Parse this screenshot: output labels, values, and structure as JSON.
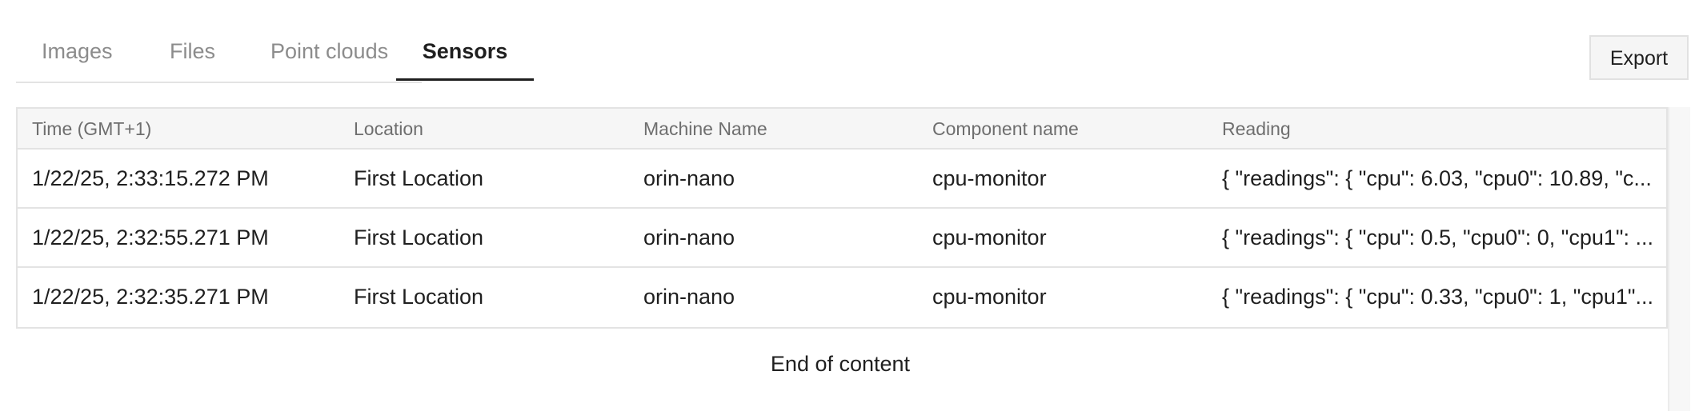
{
  "tabs": [
    {
      "label": "Images",
      "active": false
    },
    {
      "label": "Files",
      "active": false
    },
    {
      "label": "Point clouds",
      "active": false
    },
    {
      "label": "Sensors",
      "active": true
    }
  ],
  "toolbar": {
    "export_label": "Export"
  },
  "table": {
    "columns": [
      "Time (GMT+1)",
      "Location",
      "Machine Name",
      "Component name",
      "Reading"
    ],
    "rows": [
      [
        "1/22/25, 2:33:15.272 PM",
        "First Location",
        "orin-nano",
        "cpu-monitor",
        "{ \"readings\": { \"cpu\": 6.03, \"cpu0\": 10.89, \"c..."
      ],
      [
        "1/22/25, 2:32:55.271 PM",
        "First Location",
        "orin-nano",
        "cpu-monitor",
        "{ \"readings\": { \"cpu\": 0.5, \"cpu0\": 0, \"cpu1\": ..."
      ],
      [
        "1/22/25, 2:32:35.271 PM",
        "First Location",
        "orin-nano",
        "cpu-monitor",
        "{ \"readings\": { \"cpu\": 0.33, \"cpu0\": 1, \"cpu1\"..."
      ]
    ]
  },
  "footer": {
    "end_text": "End of content"
  }
}
